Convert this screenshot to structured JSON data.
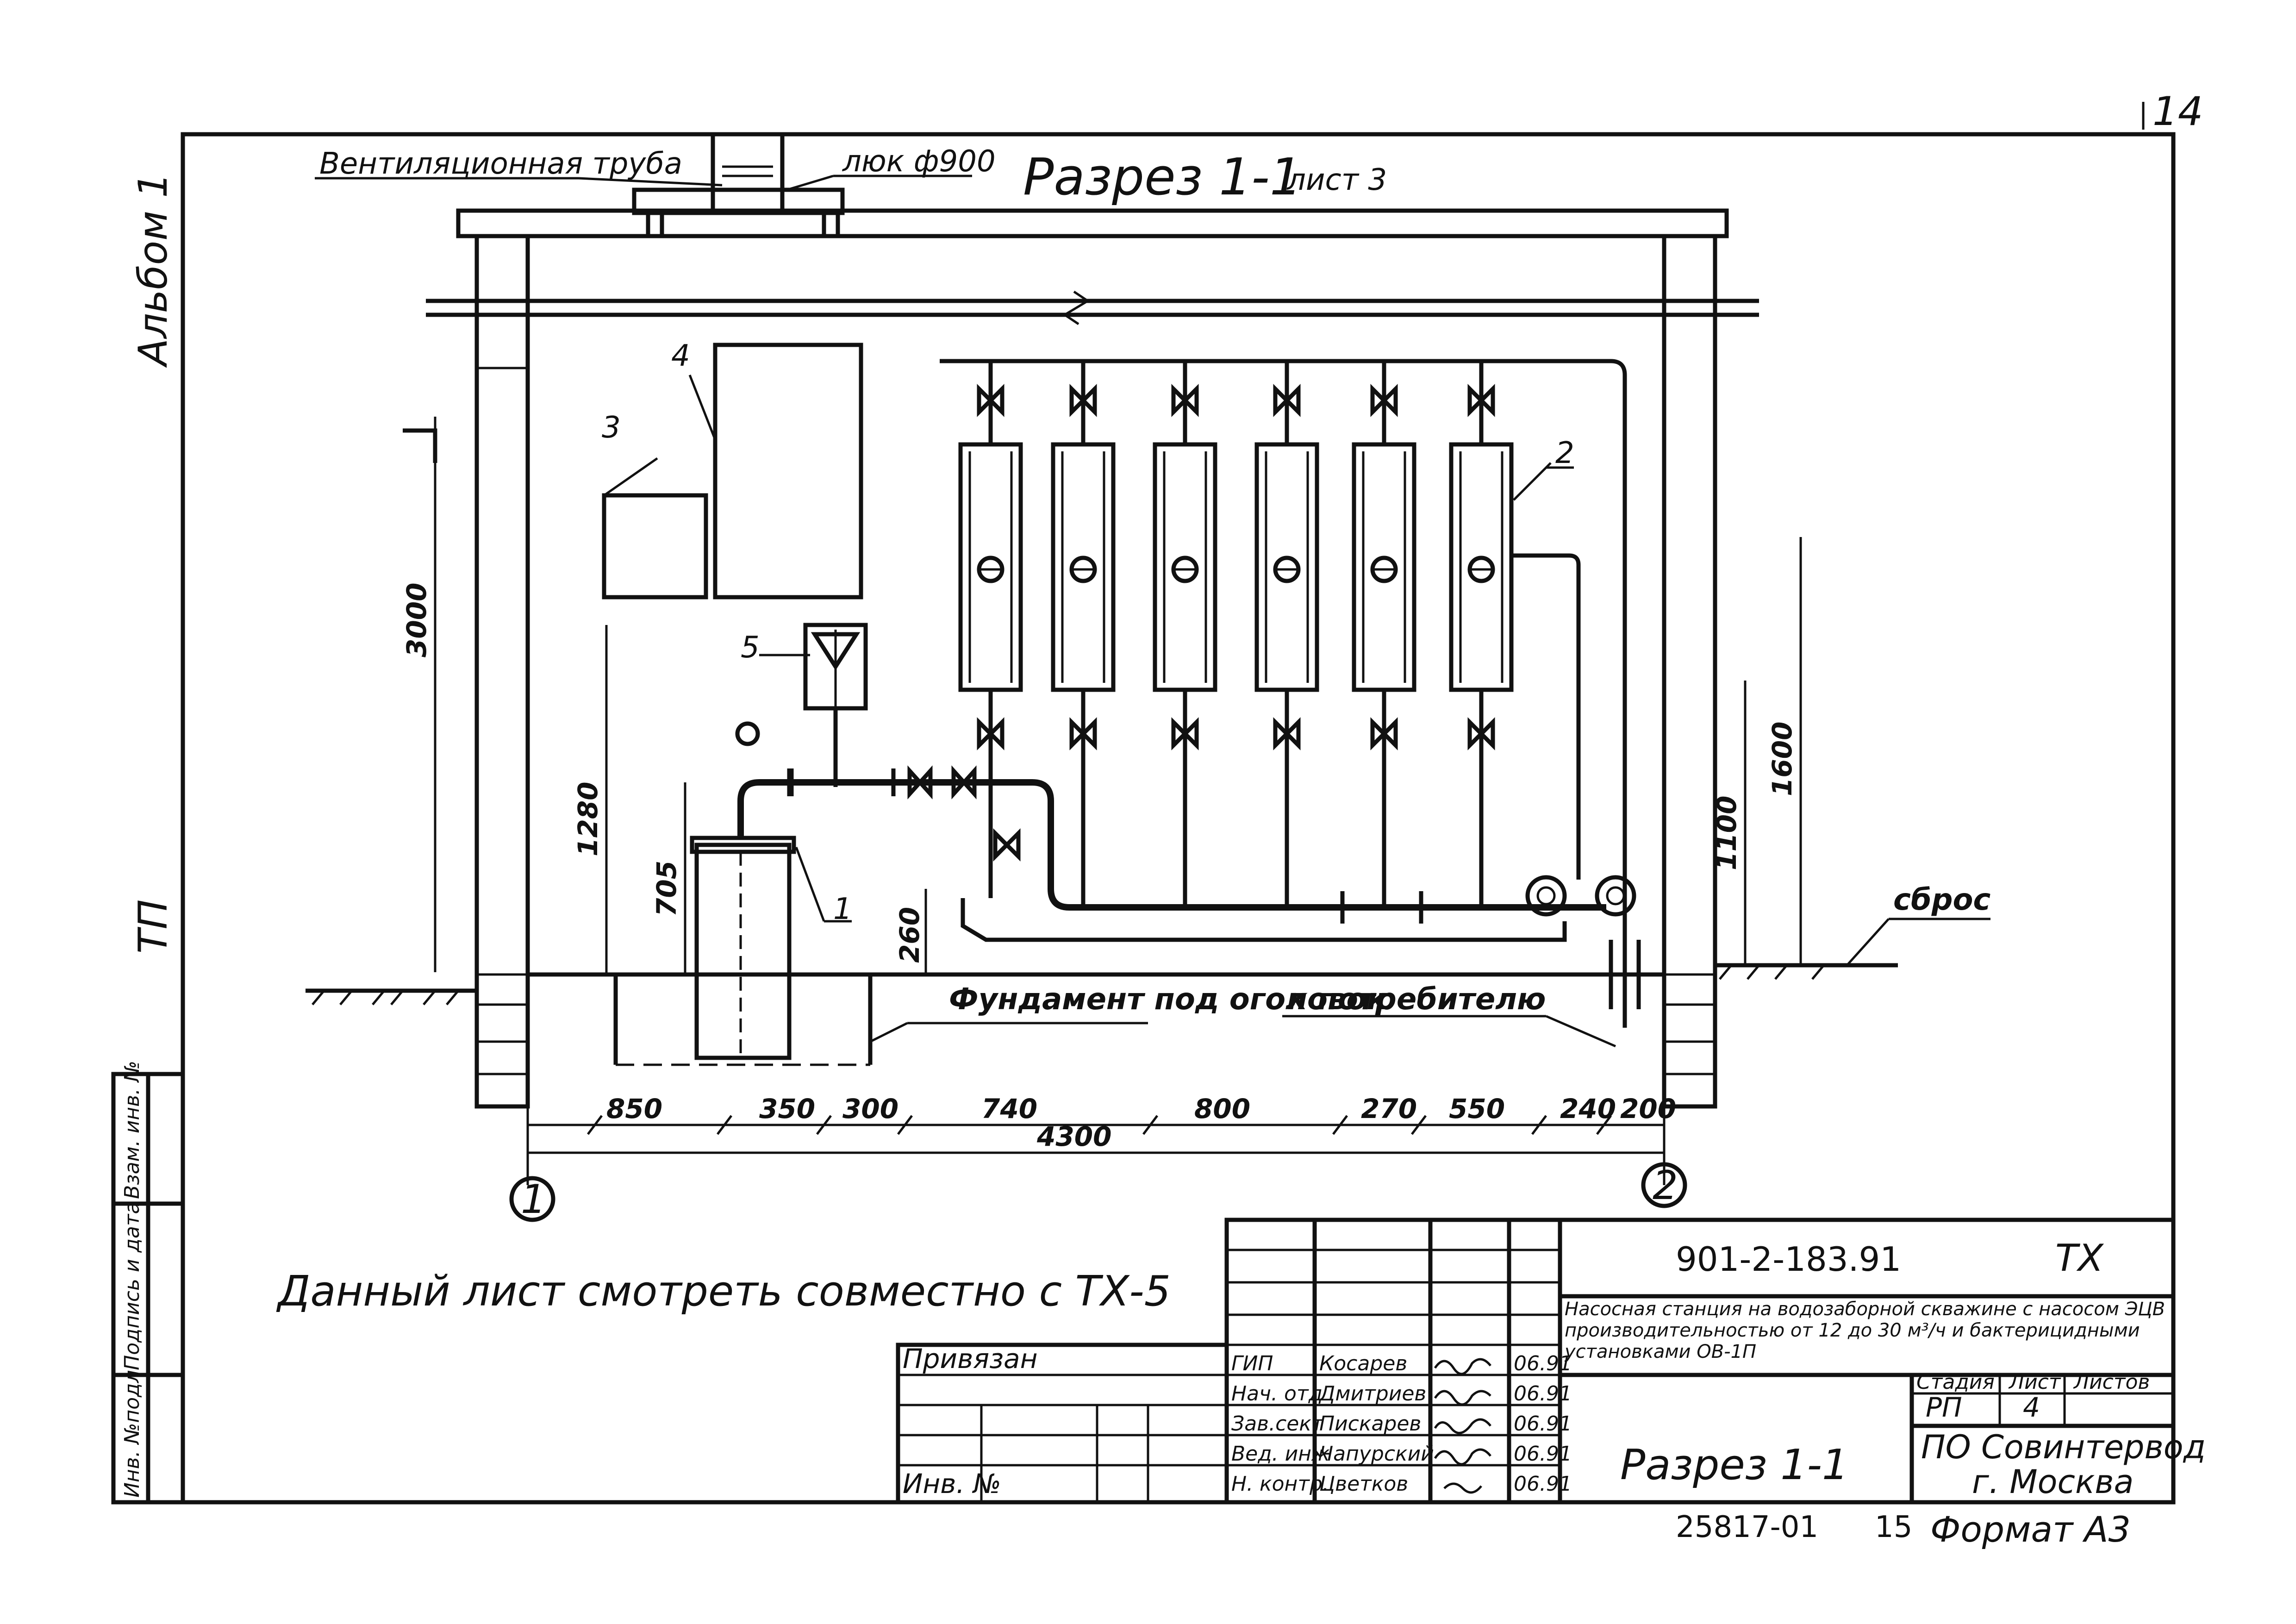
{
  "drawing": {
    "title": "Разрез 1-1",
    "sheet_ref": "лист 3",
    "page_number": "14",
    "vent_label": "Вентиляционная труба",
    "hatch_label": "люк ф900",
    "dims_vertical": [
      "3000",
      "1280",
      "705",
      "260",
      "1600",
      "1100"
    ],
    "dims_horizontal": [
      "850",
      "350",
      "300",
      "740",
      "800",
      "270",
      "550",
      "240",
      "200"
    ],
    "dim_total": "4300",
    "axes": [
      "1",
      "2"
    ],
    "callouts": [
      "1",
      "2",
      "3",
      "4",
      "5"
    ],
    "label_discharge": "сброс",
    "label_consumer": "к потребителю",
    "label_foundation": "Фундамент под оголовок",
    "note": "Данный лист смотреть совместно с ТХ-5"
  },
  "margin": {
    "album": "Альбом 1",
    "tp": "ТП",
    "cells": [
      "Инв. №подл",
      "Подпись и дата",
      "Взам. инв. №"
    ]
  },
  "title_block": {
    "code": "901-2-183.91",
    "mark": "ТХ",
    "description": "Насосная станция на водозаборной скважине с насосом ЭЦВ производительностью от 12 до 30 м³/ч и бактерицидными установками ОВ-1П",
    "sheet_name": "Разрез 1-1",
    "stage_label": "Стадия",
    "sheet_label": "Лист",
    "sheets_label": "Листов",
    "stage": "РП",
    "sheet": "4",
    "org": "ПО Совинтервод",
    "city": "г. Москва",
    "privyazan": "Привязан",
    "inv": "Инв. №",
    "roles": [
      {
        "role": "ГИП",
        "name": "Косарев",
        "date": "06.91"
      },
      {
        "role": "Нач. отд",
        "name": "Дмитриев",
        "date": "06.91"
      },
      {
        "role": "Зав.сект",
        "name": "Пискарев",
        "date": "06.91"
      },
      {
        "role": "Вед. инж",
        "name": "Чапурский",
        "date": "06.91"
      },
      {
        "role": "Н. контр.",
        "name": "Цветков",
        "date": "06.91"
      }
    ],
    "footer_num": "25817-01",
    "footer_page": "15",
    "format": "Формат А3"
  }
}
